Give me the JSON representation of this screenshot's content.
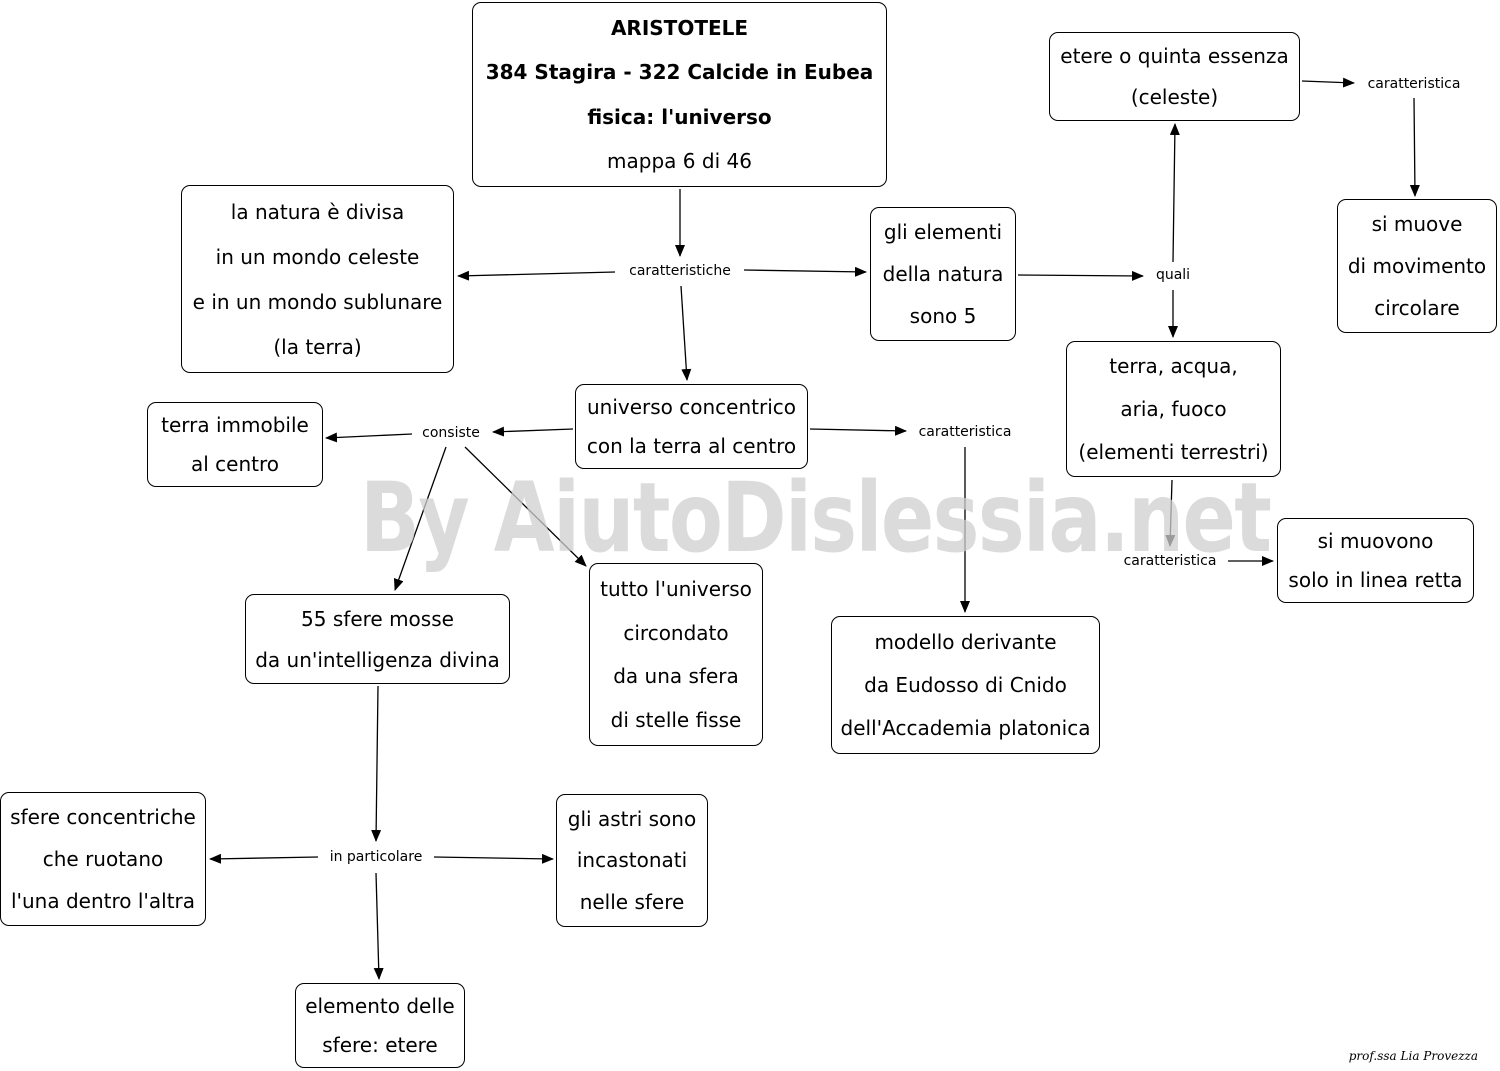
{
  "watermark": "By AiutoDislessia.net",
  "signature": "prof.ssa Lia Provezza",
  "nodes": {
    "title": [
      "ARISTOTELE",
      "384 Stagira - 322 Calcide in Eubea",
      "fisica: l'universo",
      "mappa 6 di 46"
    ],
    "natura": [
      "la natura è divisa",
      "in un mondo celeste",
      "e in un mondo sublunare",
      "(la terra)"
    ],
    "elementi": [
      "gli elementi",
      "della natura",
      "sono 5"
    ],
    "etere": [
      "etere o quinta essenza",
      "(celeste)"
    ],
    "circolare": [
      "si muove",
      "di movimento",
      "circolare"
    ],
    "terra_acqua": [
      "terra, acqua,",
      "aria, fuoco",
      "(elementi terrestri)"
    ],
    "linea_retta": [
      "si muovono",
      "solo in linea retta"
    ],
    "universo": [
      "universo concentrico",
      "con la terra al centro"
    ],
    "terra_immobile": [
      "terra immobile",
      "al centro"
    ],
    "sfere55": [
      "55 sfere mosse",
      "da un'intelligenza divina"
    ],
    "stelle_fisse": [
      "tutto l'universo",
      "circondato",
      "da una sfera",
      "di stelle fisse"
    ],
    "eudosso": [
      "modello derivante",
      "da Eudosso di Cnido",
      "dell'Accademia platonica"
    ],
    "sfere_conc": [
      "sfere concentriche",
      "che ruotano",
      "l'una dentro l'altra"
    ],
    "astri": [
      "gli astri sono",
      "incastonati",
      "nelle sfere"
    ],
    "elemento_etere": [
      "elemento delle",
      "sfere: etere"
    ]
  },
  "labels": {
    "caratteristiche": "caratteristiche",
    "quali": "quali",
    "caratteristica_etere": "caratteristica",
    "caratteristica_terrestri": "caratteristica",
    "consiste": "consiste",
    "caratteristica_universo": "caratteristica",
    "in_particolare": "in particolare"
  }
}
